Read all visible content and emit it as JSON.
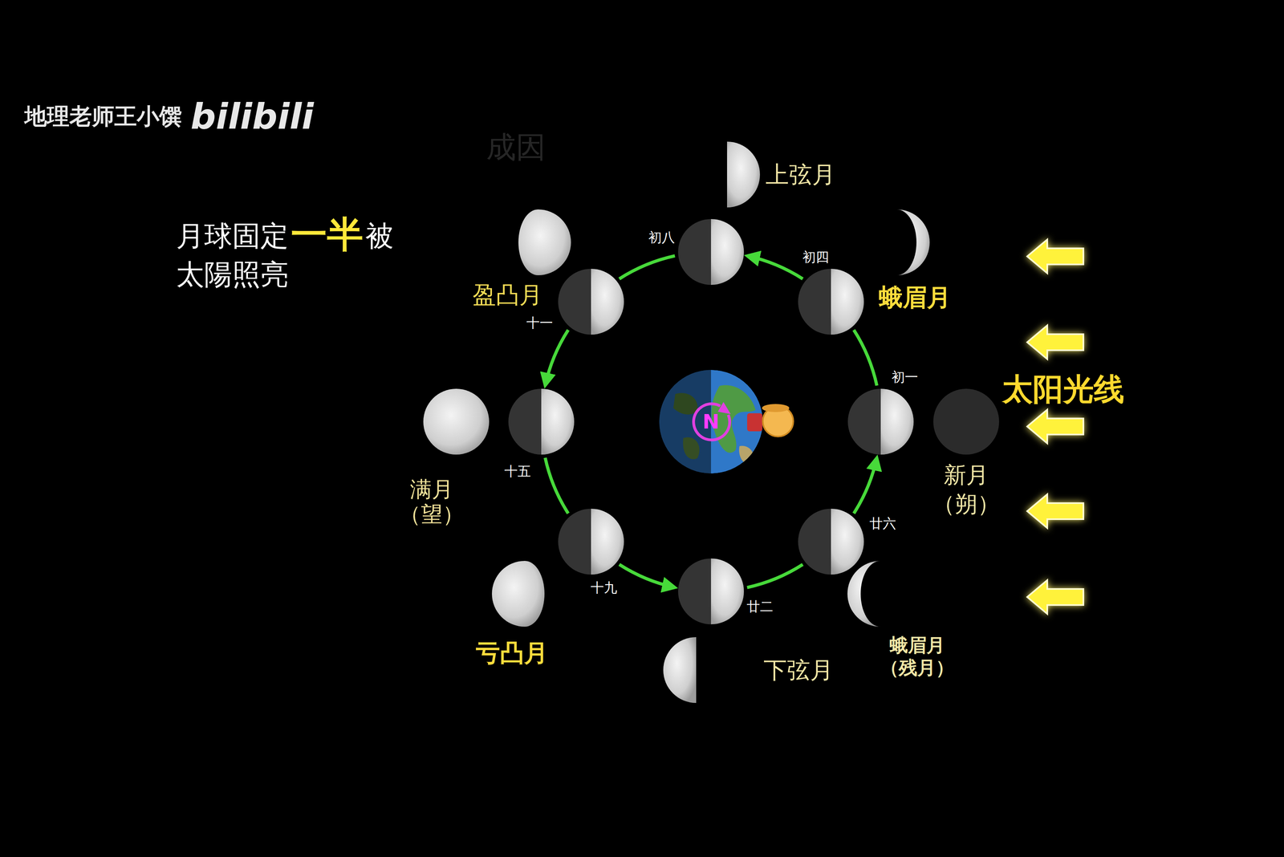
{
  "diagram": {
    "nodes": [
      {
        "text": [
          "初八"
        ]
      },
      {
        "text": [
          "十一"
        ]
      },
      {
        "text": [
          "初四"
        ]
      },
      {
        "text": [
          "十五"
        ]
      },
      {
        "text": [
          "N"
        ]
      },
      {
        "text": [
          "初一"
        ]
      },
      {
        "text": [
          "十九"
        ]
      },
      {
        "text": [
          "廿六"
        ]
      },
      {
        "text": [
          "廿二"
        ]
      }
    ],
    "edges": [
      {
        "from": 5,
        "to": 2,
        "arrow": "none"
      },
      {
        "from": 2,
        "to": 0,
        "arrow": "to"
      },
      {
        "from": 0,
        "to": 1,
        "arrow": "none"
      },
      {
        "from": 1,
        "to": 3,
        "arrow": "to"
      },
      {
        "from": 3,
        "to": 6,
        "arrow": "none"
      },
      {
        "from": 6,
        "to": 8,
        "arrow": "to"
      },
      {
        "from": 8,
        "to": 7,
        "arrow": "none"
      },
      {
        "from": 7,
        "to": 5,
        "arrow": "to"
      }
    ],
    "labels": [
      "地理老师王小馔",
      "bilibili",
      "成因",
      "月球固定",
      "一半",
      "被",
      "太陽照亮",
      "上弦月",
      "蛾眉月",
      "盈凸月",
      "太阳光线",
      "满月",
      "（望）",
      "新月",
      "（朔）",
      "亏凸月",
      "蛾眉月",
      "（残月）",
      "下弦月"
    ]
  }
}
